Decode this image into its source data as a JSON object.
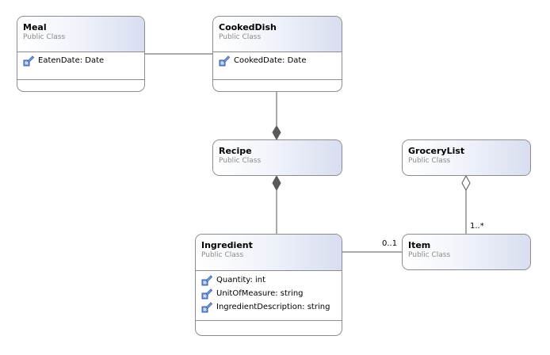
{
  "stereotype": "Public Class",
  "classes": {
    "meal": {
      "name": "Meal",
      "attributes": [
        "EatenDate: Date"
      ]
    },
    "cooked_dish": {
      "name": "CookedDish",
      "attributes": [
        "CookedDate: Date"
      ]
    },
    "recipe": {
      "name": "Recipe",
      "attributes": []
    },
    "grocery_list": {
      "name": "GroceryList",
      "attributes": []
    },
    "ingredient": {
      "name": "Ingredient",
      "attributes": [
        "Quantity: int",
        "UnitOfMeasure: string",
        "IngredientDescription: string"
      ]
    },
    "item": {
      "name": "Item",
      "attributes": []
    }
  },
  "multiplicities": {
    "ingredient_item": "0..1",
    "grocerylist_item": "1..*"
  },
  "colors": {
    "border": "#8c8c8c",
    "header_gradient_end": "#d8def0",
    "line": "#555555",
    "diamond": "#5a5a5a"
  },
  "icons": {
    "attribute": "field-property-icon"
  }
}
